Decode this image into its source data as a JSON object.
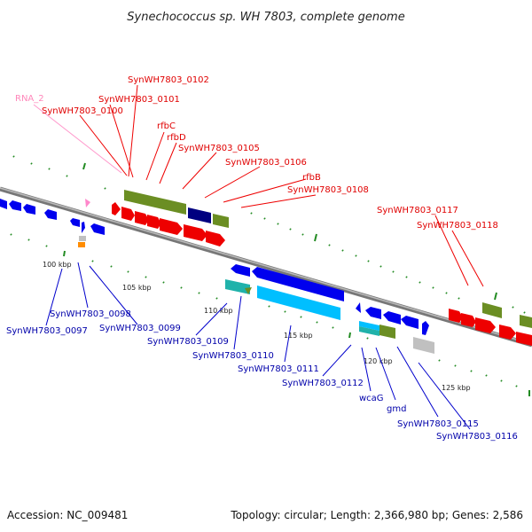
{
  "title": "Synechococcus sp. WH 7803, complete genome",
  "footer": {
    "accession": "Accession: NC_009481",
    "topology": "Topology: circular; Length: 2,366,980 bp; Genes: 2,586"
  },
  "kbp_labels": [
    "100 kbp",
    "105 kbp",
    "110 kbp",
    "115 kbp",
    "120 kbp",
    "125 kbp"
  ],
  "labels_top": [
    "SynWH7803_0102",
    "SynWH7803_0101",
    "RNA_2",
    "SynWH7803_0100",
    "rfbC",
    "rfbD",
    "SynWH7803_0105",
    "SynWH7803_0106",
    "rfbB",
    "SynWH7803_0108",
    "SynWH7803_0117",
    "SynWH7803_0118"
  ],
  "labels_bottom": [
    "SynWH7803_0098",
    "SynWH7803_0097",
    "SynWH7803_0099",
    "SynWH7803_0109",
    "SynWH7803_0110",
    "SynWH7803_0111",
    "SynWH7803_0112",
    "wcaG",
    "gmd",
    "SynWH7803_0115",
    "SynWH7803_0116"
  ],
  "colors": {
    "red_genes": "#ee0000",
    "blue_genes": "#0000ee",
    "olive_genes": "#6b8e23",
    "navy_gene": "#000080",
    "cyan_genes": "#00bfff",
    "teal_gene": "#20b2aa",
    "grey_gene": "#c0c0c0",
    "orange_gene": "#ff8c00",
    "rna": "#ff88cc",
    "dots": "#228b22",
    "backbone": "#808080"
  }
}
